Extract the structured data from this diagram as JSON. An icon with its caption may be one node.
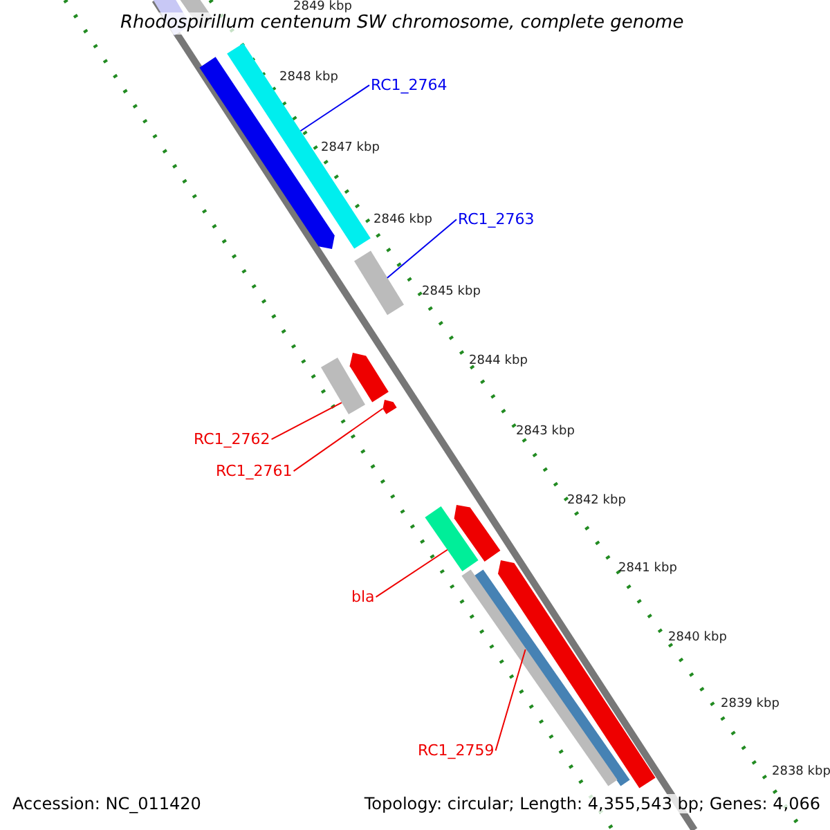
{
  "diagram": {
    "title": "Rhodospirillum centenum SW chromosome, complete genome",
    "nodes": [
      {
        "text": [
          "RC1_2764"
        ]
      },
      {
        "text": [],
        "shape": "bar"
      },
      {
        "text": [
          "RC1_2763"
        ]
      },
      {
        "text": [],
        "shape": "bar"
      },
      {
        "text": [
          "RC1_2762"
        ]
      },
      {
        "text": [],
        "shape": "bar"
      },
      {
        "text": [
          "RC1_2761"
        ]
      },
      {
        "text": [],
        "shape": "bar"
      },
      {
        "text": [
          "bla"
        ]
      },
      {
        "text": [],
        "shape": "bar"
      },
      {
        "text": [
          "RC1_2759"
        ]
      },
      {
        "text": [],
        "shape": "bar"
      },
      {
        "text": [],
        "shape": "bar"
      },
      {
        "text": [],
        "shape": "bar"
      },
      {
        "text": [],
        "shape": "bar"
      },
      {
        "text": [],
        "shape": "bar"
      },
      {
        "text": [],
        "shape": "bar"
      },
      {
        "text": [],
        "shape": "bar"
      },
      {
        "text": [],
        "shape": "bar"
      }
    ],
    "edges": [
      {
        "from": 0,
        "to": 1,
        "arrow": "none",
        "color": "#0000ee"
      },
      {
        "from": 2,
        "to": 3,
        "arrow": "none",
        "color": "#0000ee"
      },
      {
        "from": 4,
        "to": 5,
        "arrow": "none"
      },
      {
        "from": 6,
        "to": 7,
        "arrow": "none"
      },
      {
        "from": 8,
        "to": 9,
        "arrow": "none"
      },
      {
        "from": 10,
        "to": 11,
        "arrow": "none"
      }
    ],
    "labels": [
      "2849 kbp",
      "2848 kbp",
      "2847 kbp",
      "2846 kbp",
      "2845 kbp",
      "2844 kbp",
      "2843 kbp",
      "2842 kbp",
      "2841 kbp",
      "2840 kbp",
      "2839 kbp",
      "2838 kbp",
      "Accession: NC_011420",
      "Topology: circular; Length: 4,355,543 bp; Genes: 4,066"
    ]
  }
}
